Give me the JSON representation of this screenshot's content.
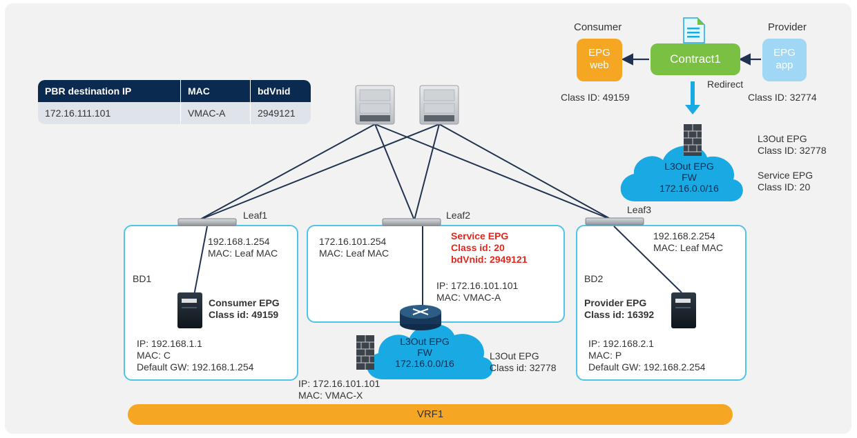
{
  "table": {
    "headers": [
      "PBR destination IP",
      "MAC",
      "bdVnid"
    ],
    "row": [
      "172.16.111.101",
      "VMAC-A",
      "2949121"
    ]
  },
  "contract": {
    "consumer_title": "Consumer",
    "provider_title": "Provider",
    "consumer_epg_line1": "EPG",
    "consumer_epg_line2": "web",
    "provider_epg_line1": "EPG",
    "provider_epg_line2": "app",
    "contract_label": "Contract1",
    "redirect_label": "Redirect",
    "consumer_classid": "Class ID: 49159",
    "provider_classid": "Class ID: 32774"
  },
  "top_cloud": {
    "line1": "L3Out EPG",
    "line2": "FW",
    "line3": "172.16.0.0/16",
    "side_l3out_1": "L3Out EPG",
    "side_l3out_2": "Class ID: 32778",
    "side_service_1": "Service EPG",
    "side_service_2": "Class ID: 20"
  },
  "leaves": {
    "leaf1": "Leaf1",
    "leaf2": "Leaf2",
    "leaf3": "Leaf3"
  },
  "bd1": {
    "name": "BD1",
    "gw_ip": "192.168.1.254",
    "gw_mac": "MAC: Leaf MAC",
    "epg_name": "Consumer EPG",
    "epg_class": "Class id: 49159",
    "host_ip": "IP: 192.168.1.1",
    "host_mac": "MAC: C",
    "host_gw": "Default GW: 192.168.1.254"
  },
  "bd_service": {
    "gw_ip": "172.16.101.254",
    "gw_mac": "MAC: Leaf MAC",
    "svc_line1": "Service EPG",
    "svc_line2": "Class id: 20",
    "svc_line3": "bdVnid: 2949121",
    "fw_ip": "IP: 172.16.101.101",
    "fw_mac": "MAC: VMAC-A"
  },
  "bd2": {
    "name": "BD2",
    "gw_ip": "192.168.2.254",
    "gw_mac": "MAC: Leaf MAC",
    "epg_name": "Provider EPG",
    "epg_class": "Class id: 16392",
    "host_ip": "IP: 192.168.2.1",
    "host_mac": "MAC: P",
    "host_gw": "Default GW: 192.168.2.254"
  },
  "bottom_cloud": {
    "line1": "L3Out EPG",
    "line2": "FW",
    "line3": "172.16.0.0/16",
    "side1": "L3Out EPG",
    "side2": "Class id: 32778",
    "fw_ip": "IP: 172.16.101.101",
    "fw_mac": "MAC: VMAC-X"
  },
  "vrf": {
    "label": "VRF1"
  },
  "colors": {
    "cyan": "#4fc3e8",
    "orange": "#f5a623",
    "green": "#7ac143",
    "lightblue": "#9fd7f5",
    "navy": "#0b2a4f",
    "red": "#e0281e"
  }
}
